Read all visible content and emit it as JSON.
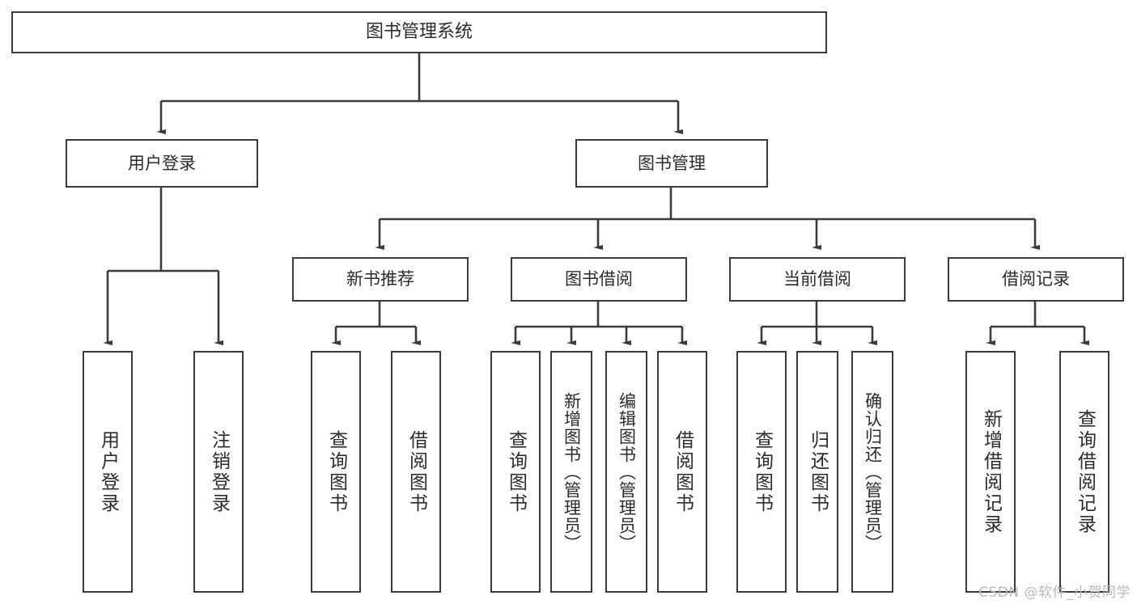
{
  "diagram": {
    "title": "图书管理系统",
    "watermark": "CSDN @软件_小贺同学",
    "colors": {
      "background": "#ffffff",
      "stroke": "#3a3a3a",
      "text": "#2b2b2b",
      "watermark": "#b9b9b9"
    },
    "root": {
      "label": "图书管理系统"
    },
    "level1": [
      {
        "label": "用户登录"
      },
      {
        "label": "图书管理"
      }
    ],
    "level2": [
      {
        "label": "新书推荐"
      },
      {
        "label": "图书借阅"
      },
      {
        "label": "当前借阅"
      },
      {
        "label": "借阅记录"
      }
    ],
    "leaves": [
      {
        "label": "用户登录",
        "parent": "用户登录"
      },
      {
        "label": "注销登录",
        "parent": "用户登录"
      },
      {
        "label": "查询图书",
        "parent": "新书推荐"
      },
      {
        "label": "借阅图书",
        "parent": "新书推荐"
      },
      {
        "label": "查询图书",
        "parent": "图书借阅"
      },
      {
        "label": "新增图书（管理员）",
        "parent": "图书借阅"
      },
      {
        "label": "编辑图书（管理员）",
        "parent": "图书借阅"
      },
      {
        "label": "借阅图书",
        "parent": "图书借阅"
      },
      {
        "label": "查询图书",
        "parent": "当前借阅"
      },
      {
        "label": "归还图书",
        "parent": "当前借阅"
      },
      {
        "label": "确认归还（管理员）",
        "parent": "当前借阅"
      },
      {
        "label": "新增借阅记录",
        "parent": "借阅记录"
      },
      {
        "label": "查询借阅记录",
        "parent": "借阅记录"
      }
    ]
  }
}
